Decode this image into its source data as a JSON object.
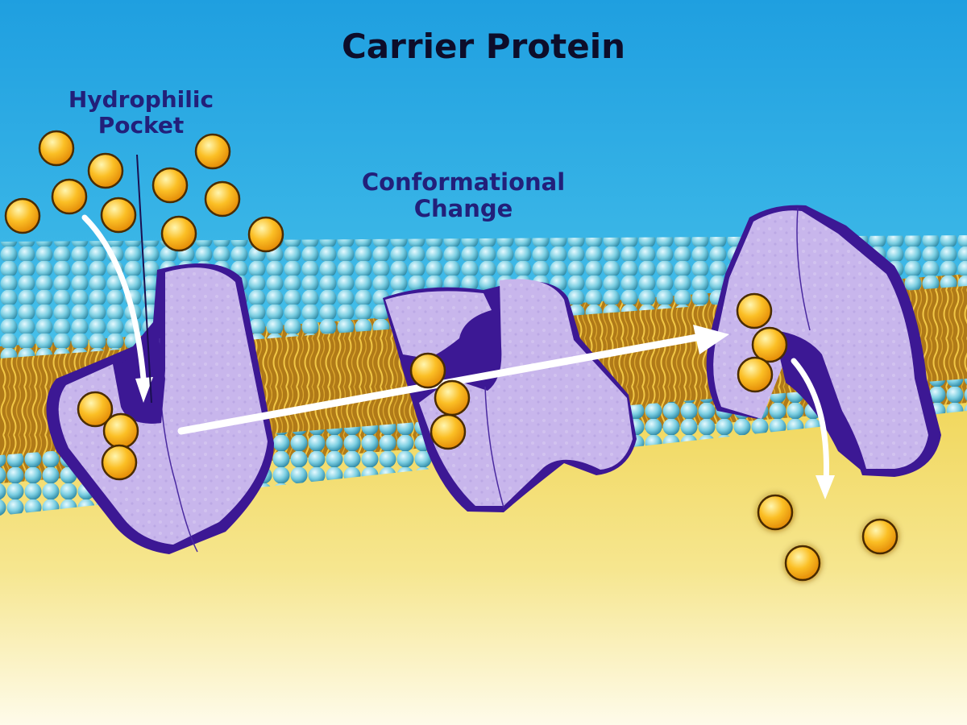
{
  "title": "Carrier Protein",
  "labels": {
    "hydrophilic_line1": "Hydrophilic",
    "hydrophilic_line2": "Pocket",
    "conformational_line1": "Conformational",
    "conformational_line2": "Change"
  },
  "colors": {
    "sky_top": "#1f9fe0",
    "sky_bottom": "#5fdcf2",
    "cytoplasm_top": "#f1d95a",
    "cytoplasm_bottom": "#fdf9e6",
    "lipid_head": "#7ccfe2",
    "lipid_tail": "#b9841e",
    "protein_body": "#c8b6ec",
    "protein_dark": "#3c1894",
    "solute": "#f9b21a",
    "solute_outline": "#4a2c00",
    "arrow": "#ffffff"
  },
  "icons": [
    "solute-molecule-icon",
    "transport-arrow-icon"
  ]
}
